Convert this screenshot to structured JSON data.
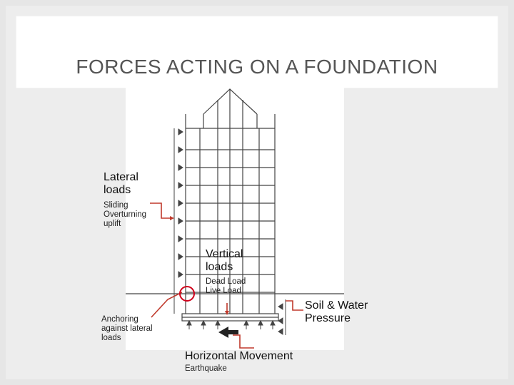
{
  "slide": {
    "title": "FORCES ACTING ON A FOUNDATION"
  },
  "labels": {
    "lateral_loads": "Lateral loads",
    "lateral_sub": "Sliding Overturning uplift",
    "vertical_loads": "Vertical loads",
    "vertical_sub": "Dead Load Live Load",
    "soil_water": "Soil & Water Pressure",
    "anchoring": "Anchoring against lateral loads",
    "horizontal_movement": "Horizontal Movement",
    "earthquake": "Earthquake"
  },
  "colors": {
    "annotation_line": "#c0392b",
    "highlight_circle": "#d0021b",
    "drawing_ink": "#444444"
  }
}
